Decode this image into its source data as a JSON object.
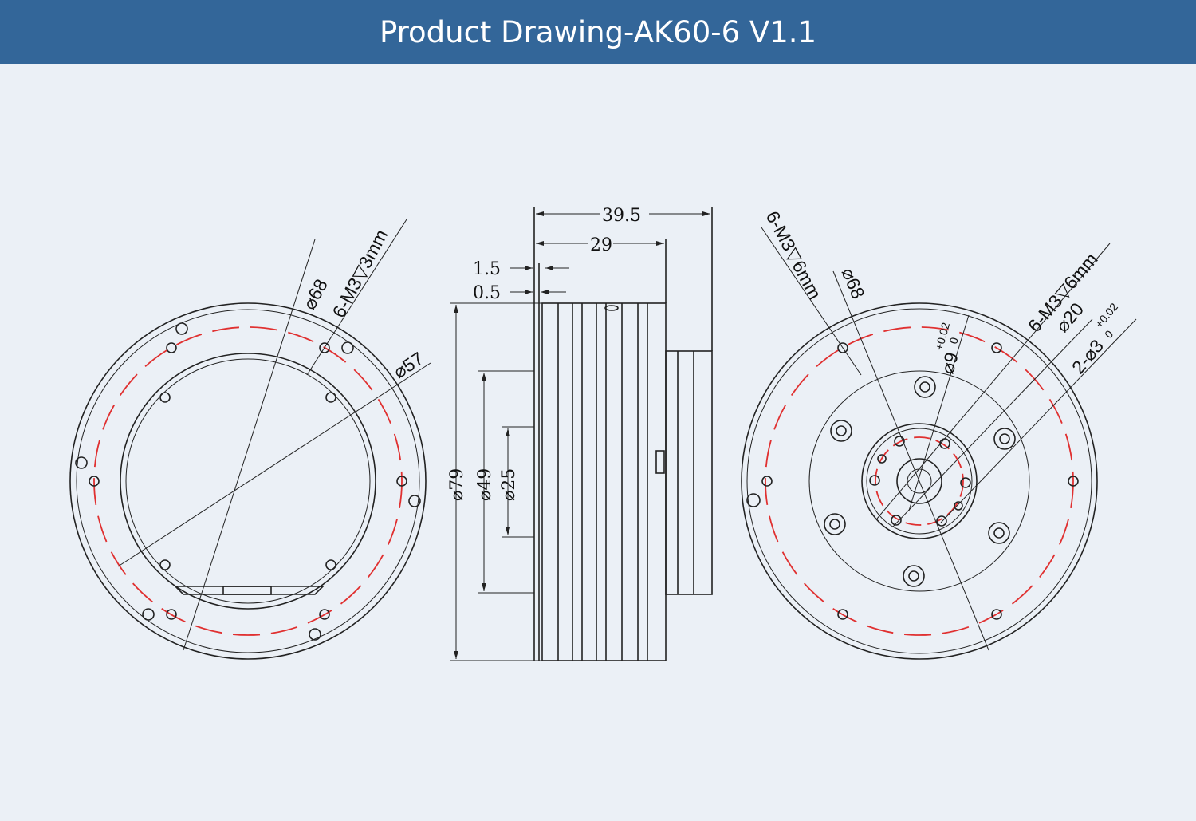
{
  "header": {
    "title": "Product Drawing-AK60-6 V1.1"
  },
  "front_view": {
    "dia_outer": "⌀68",
    "holes": "6-M3▽3mm",
    "dia_inner": "⌀57"
  },
  "side_view": {
    "len_total": "39.5",
    "len_body": "29",
    "len_a": "1.5",
    "len_b": "0.5",
    "dia_79": "⌀79",
    "dia_49": "⌀49",
    "dia_25": "⌀25"
  },
  "rear_view": {
    "holes_outer": "6-M3▽6mm",
    "dia_outer": "⌀68",
    "dia_9": "⌀9",
    "tol_9_upper": "+0.02",
    "tol_9_lower": "0",
    "holes_inner": "6-M3▽6mm",
    "dia_20": "⌀20",
    "pins": "2-⌀3",
    "tol_3_upper": "+0.02",
    "tol_3_lower": "0"
  }
}
